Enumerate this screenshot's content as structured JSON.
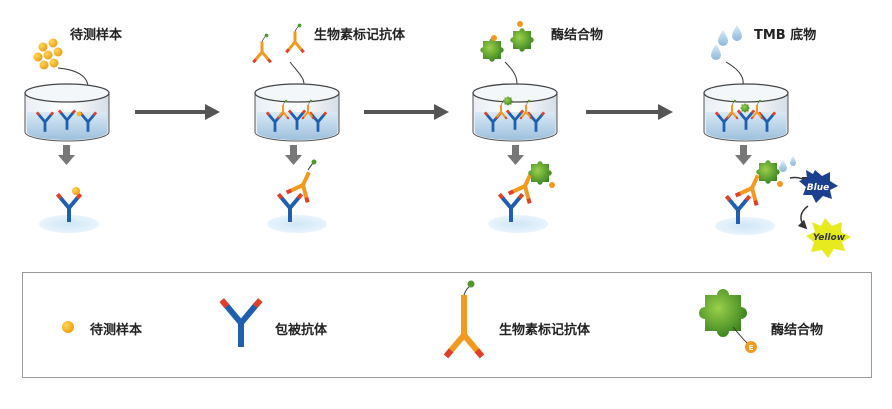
{
  "steps": [
    {
      "label": "待测样本"
    },
    {
      "label": "生物素标记抗体"
    },
    {
      "label": "酶结合物"
    },
    {
      "label": "TMB 底物"
    }
  ],
  "product_colors": {
    "blue": {
      "label": "Blue",
      "color": "#1c3f8f"
    },
    "yellow": {
      "label": "Yellow",
      "color": "#e6ea1f"
    }
  },
  "legend": [
    {
      "label": "待测样本",
      "icon": "sample-dot-icon"
    },
    {
      "label": "包被抗体",
      "icon": "capture-antibody-icon"
    },
    {
      "label": "生物素标记抗体",
      "icon": "biotin-antibody-icon"
    },
    {
      "label": "酶结合物",
      "icon": "enzyme-conjugate-icon"
    }
  ],
  "colors": {
    "antibody_blue": "#1f5fae",
    "antibody_orange": "#f29a1f",
    "antibody_red": "#e0402a",
    "enzyme_green": "#4f9a2a",
    "sample_yellow": "#f5b82a",
    "well_liquid": "#bcd6ea",
    "arrow_gray": "#555555"
  }
}
